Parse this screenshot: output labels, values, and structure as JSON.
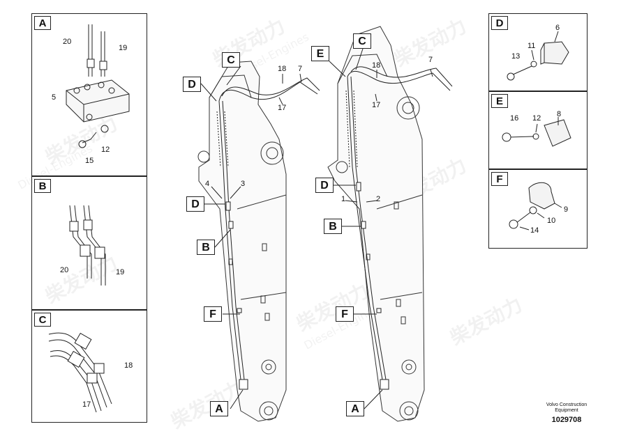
{
  "watermark": {
    "cn": "柴发动力",
    "en": "Diesel-Engines"
  },
  "panels": {
    "A": {
      "label": "A",
      "parts": [
        "20",
        "19",
        "5",
        "12",
        "15"
      ]
    },
    "B": {
      "label": "B",
      "parts": [
        "20",
        "19"
      ]
    },
    "C": {
      "label": "C",
      "parts": [
        "18",
        "17"
      ]
    },
    "D": {
      "label": "D",
      "parts": [
        "6",
        "11",
        "13"
      ]
    },
    "E": {
      "label": "E",
      "parts": [
        "16",
        "12",
        "8"
      ]
    },
    "F": {
      "label": "F",
      "parts": [
        "9",
        "10",
        "14"
      ]
    }
  },
  "left_boom": {
    "callouts": [
      "C",
      "D",
      "D",
      "B",
      "F",
      "A"
    ],
    "parts": [
      "18",
      "7",
      "17",
      "4",
      "3"
    ]
  },
  "right_boom": {
    "callouts": [
      "E",
      "C",
      "D",
      "B",
      "F",
      "A"
    ],
    "parts": [
      "18",
      "7",
      "17",
      "1",
      "2"
    ]
  },
  "footer": {
    "company_line1": "Volvo Construction",
    "company_line2": "Equipment",
    "drawing_number": "1029708"
  }
}
